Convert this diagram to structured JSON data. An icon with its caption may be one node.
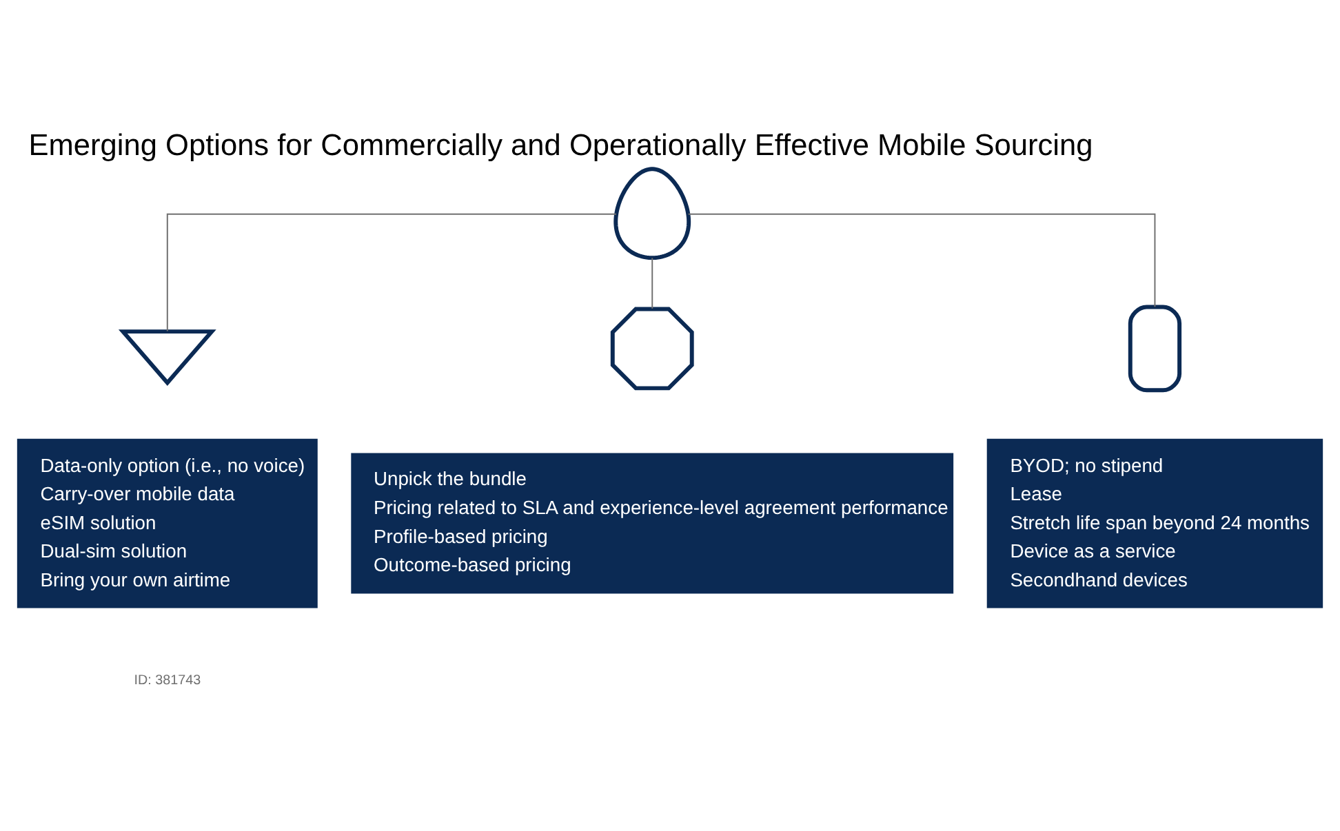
{
  "diagram": {
    "title": "Emerging Options for Commercially and Operationally Effective Mobile Sourcing",
    "nodes": [
      {
        "text": [],
        "shape": "person"
      },
      {
        "text": [],
        "shape": "wifi"
      },
      {
        "text": [],
        "shape": "gear"
      },
      {
        "text": [],
        "shape": "phone"
      },
      {
        "text": [
          "Data-only option (i.e., no voice)",
          "Carry-over mobile data",
          "eSIM solution",
          "Dual-sim solution",
          "Bring your own airtime"
        ]
      },
      {
        "text": [
          "Unpick the bundle",
          "Pricing related to SLA and experience-level agreement performance",
          "Profile-based pricing",
          "Outcome-based pricing"
        ]
      },
      {
        "text": [
          "BYOD; no stipend",
          "Lease",
          "Stretch life span beyond 24 months",
          "Device as a service",
          "Secondhand devices"
        ]
      }
    ],
    "edges": [
      {
        "from": 0,
        "to": 1,
        "arrow": "none"
      },
      {
        "from": 0,
        "to": 2,
        "arrow": "none"
      },
      {
        "from": 0,
        "to": 3,
        "arrow": "none"
      }
    ],
    "labels": [
      "ID: 381743"
    ]
  }
}
